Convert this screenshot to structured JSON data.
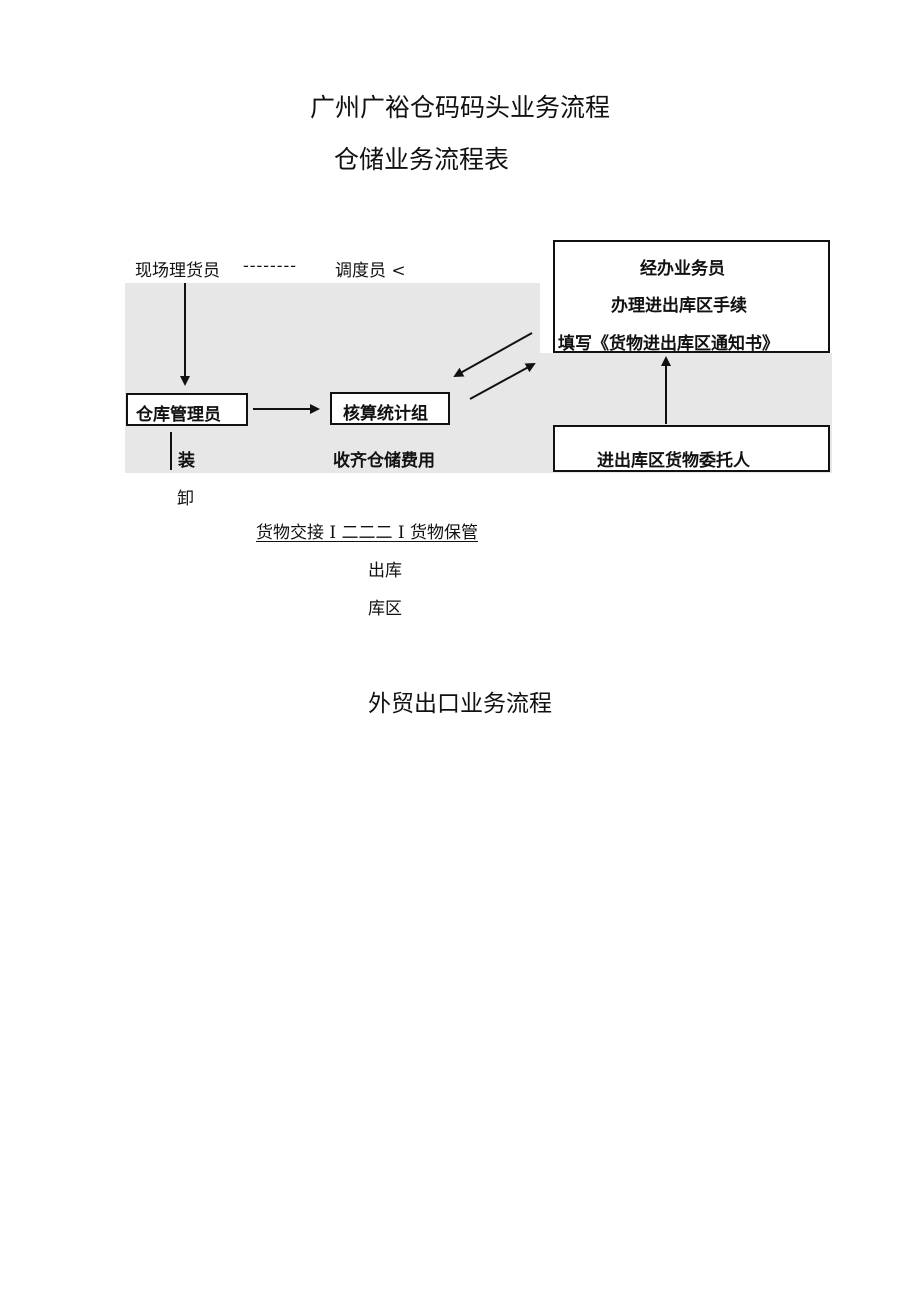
{
  "title": "广州广裕仓码码头业务流程",
  "subtitle": "仓储业务流程表",
  "flow": {
    "field_clerk": "现场理货员",
    "dashes": "--------",
    "dispatcher": "调度员 <",
    "warehouse_manager": "仓库管理员",
    "accounting_group": "核算统计组",
    "storage_fee": "收齐仓储费用",
    "loading_1": "装",
    "loading_2": "卸",
    "handler_box": {
      "line1": "经办业务员",
      "line2": "办理进出库区手续",
      "line3": "填写《货物进出库区通知书》"
    },
    "consignor": "进出库区货物委托人",
    "handover_line": "货物交接 I 二二二 I 货物保管",
    "outbound": "出库",
    "area": "库区"
  },
  "bottom_title": "外贸出口业务流程"
}
